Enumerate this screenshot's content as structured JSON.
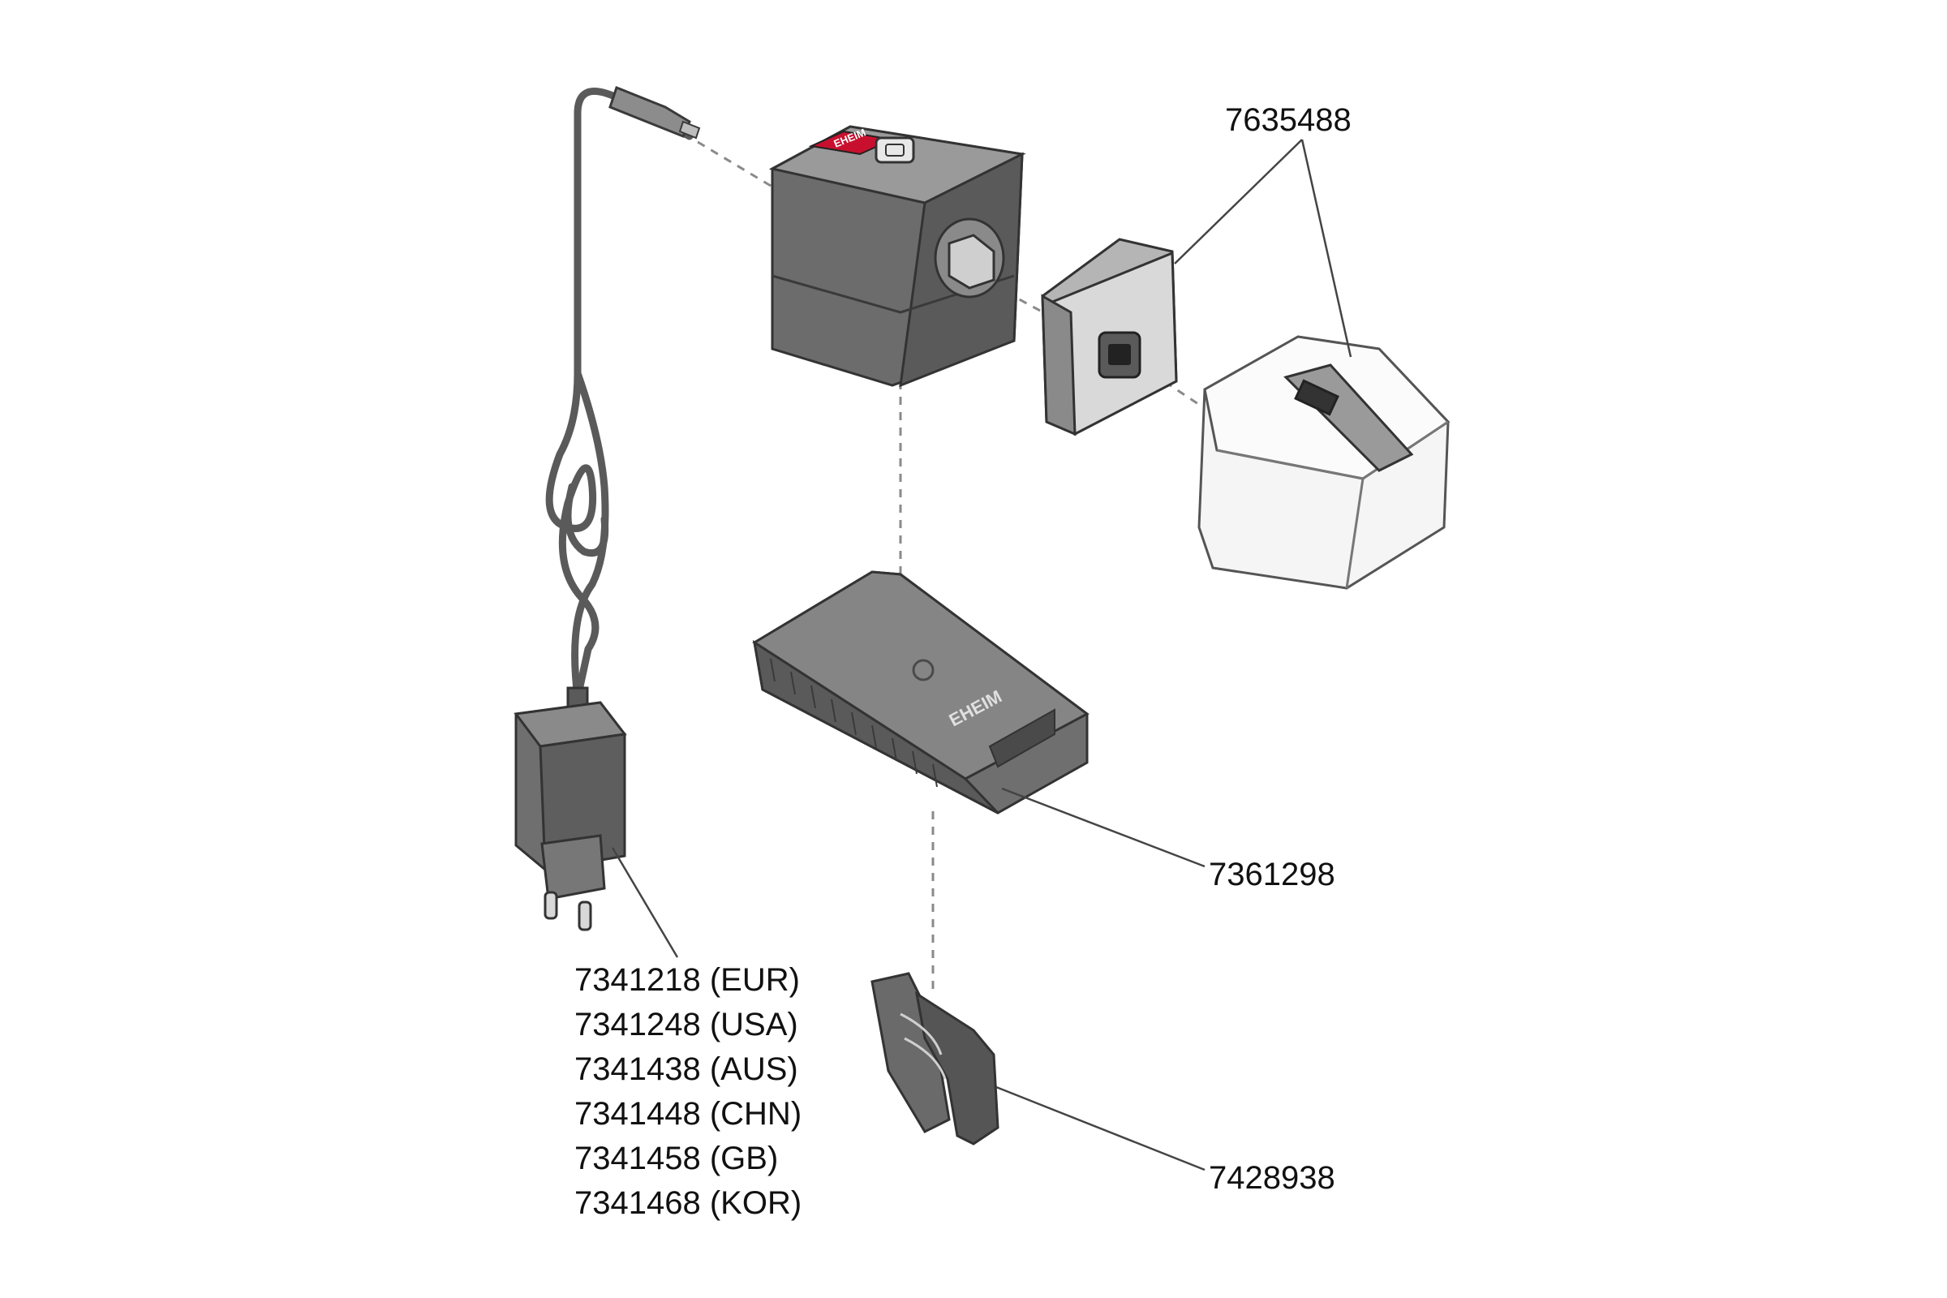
{
  "parts": {
    "sensor_module": {
      "code": "7635488"
    },
    "base_station": {
      "code": "7361298",
      "brand_mark": "EHEIM"
    },
    "drive_motor": {
      "brand_mark": "EHEIM"
    },
    "clip_holder": {
      "code": "7428938"
    },
    "power_supply": {
      "codes": [
        "7341218 (EUR)",
        "7341248 (USA)",
        "7341438 (AUS)",
        "7341448 (CHN)",
        "7341458 (GB)",
        "7341468 (KOR)"
      ]
    }
  },
  "colors": {
    "body_gray": "#6f6f6f",
    "dark_gray": "#4d4d4d",
    "light_gray": "#9a9a9a",
    "brand_red": "#c8102e",
    "outline": "#3a3a3a",
    "transparent_shell": "#f2f2f2",
    "leader_line": "#444444"
  }
}
